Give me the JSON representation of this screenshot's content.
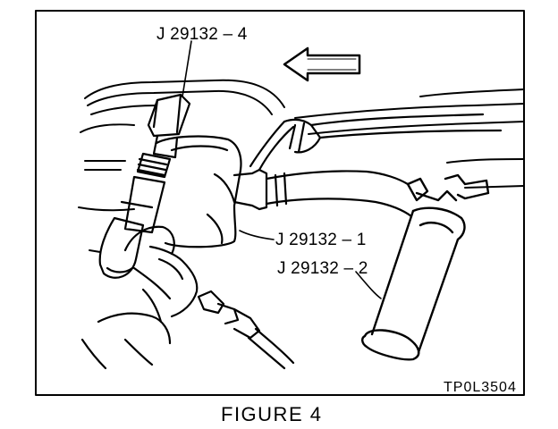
{
  "labels": {
    "tool_4": "J 29132 – 4",
    "tool_1": "J 29132 – 1",
    "tool_2": "J 29132 – 2"
  },
  "reference_code": "TP0L3504",
  "caption": "FIGURE 4",
  "direction_arrow": "left-arrow-icon",
  "colors": {
    "ink": "#000000",
    "paper": "#ffffff"
  }
}
